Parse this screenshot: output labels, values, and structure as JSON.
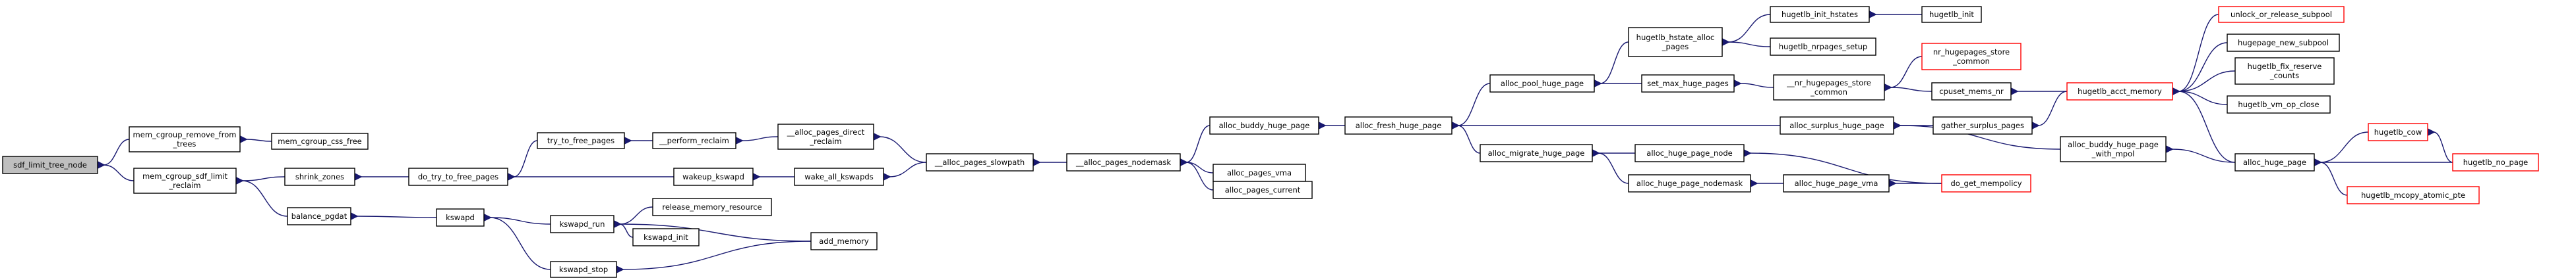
{
  "colors": {
    "background": "#ffffff",
    "node_border": "#000000",
    "node_border_truncated": "#ff0000",
    "root_fill": "#bfbfbf",
    "edge": "#191970",
    "text": "#000000"
  },
  "nodes": {
    "sdf_limit_tree_node": [
      "sdf_limit_tree_node"
    ],
    "mem_cgroup_remove_from_trees": [
      "mem_cgroup_remove_from",
      "_trees"
    ],
    "mem_cgroup_css_free": [
      "mem_cgroup_css_free"
    ],
    "mem_cgroup_sdf_limit_reclaim": [
      "mem_cgroup_sdf_limit",
      "_reclaim"
    ],
    "shrink_zones": [
      "shrink_zones"
    ],
    "balance_pgdat": [
      "balance_pgdat"
    ],
    "do_try_to_free_pages": [
      "do_try_to_free_pages"
    ],
    "try_to_free_pages": [
      "try_to_free_pages"
    ],
    "perform_reclaim": [
      "__perform_reclaim"
    ],
    "alloc_pages_direct_reclaim": [
      "__alloc_pages_direct",
      "_reclaim"
    ],
    "wakeup_kswapd": [
      "wakeup_kswapd"
    ],
    "wake_all_kswapds": [
      "wake_all_kswapds"
    ],
    "alloc_pages_slowpath": [
      "__alloc_pages_slowpath"
    ],
    "alloc_pages_nodemask": [
      "__alloc_pages_nodemask"
    ],
    "kswapd": [
      "kswapd"
    ],
    "kswapd_run": [
      "kswapd_run"
    ],
    "kswapd_init": [
      "kswapd_init"
    ],
    "release_memory_resource": [
      "release_memory_resource"
    ],
    "add_memory": [
      "add_memory"
    ],
    "kswapd_stop": [
      "kswapd_stop"
    ],
    "alloc_buddy_huge_page": [
      "alloc_buddy_huge_page"
    ],
    "alloc_pages_vma": [
      "alloc_pages_vma"
    ],
    "alloc_pages_current": [
      "alloc_pages_current"
    ],
    "alloc_fresh_huge_page": [
      "alloc_fresh_huge_page"
    ],
    "alloc_pool_huge_page": [
      "alloc_pool_huge_page"
    ],
    "alloc_migrate_huge_page": [
      "alloc_migrate_huge_page"
    ],
    "alloc_surplus_huge_page": [
      "alloc_surplus_huge_page"
    ],
    "hugetlb_hstate_alloc_pages": [
      "hugetlb_hstate_alloc",
      "_pages"
    ],
    "set_max_huge_pages": [
      "set_max_huge_pages"
    ],
    "hugetlb_init_hstates": [
      "hugetlb_init_hstates"
    ],
    "hugetlb_nrpages_setup": [
      "hugetlb_nrpages_setup"
    ],
    "hugetlb_init": [
      "hugetlb_init"
    ],
    "nr_hugepages_store_common": [
      "__nr_hugepages_store",
      "_common"
    ],
    "nr_hugepages_store_common2": [
      "nr_hugepages_store",
      "_common"
    ],
    "cpuset_mems_nr": [
      "cpuset_mems_nr"
    ],
    "gather_surplus_pages": [
      "gather_surplus_pages"
    ],
    "hugetlb_acct_memory": [
      "hugetlb_acct_memory"
    ],
    "alloc_buddy_huge_page_with_mpol": [
      "alloc_buddy_huge_page",
      "_with_mpol"
    ],
    "alloc_huge_page": [
      "alloc_huge_page"
    ],
    "alloc_huge_page_node": [
      "alloc_huge_page_node"
    ],
    "alloc_huge_page_nodemask": [
      "alloc_huge_page_nodemask"
    ],
    "alloc_huge_page_vma": [
      "alloc_huge_page_vma"
    ],
    "do_get_mempolicy": [
      "do_get_mempolicy"
    ],
    "unlock_or_release_subpool": [
      "unlock_or_release_subpool"
    ],
    "hugepage_new_subpool": [
      "hugepage_new_subpool"
    ],
    "hugetlb_fix_reserve_counts": [
      "hugetlb_fix_reserve",
      "_counts"
    ],
    "hugetlb_vm_op_close": [
      "hugetlb_vm_op_close"
    ],
    "hugetlb_cow": [
      "hugetlb_cow"
    ],
    "hugetlb_no_page": [
      "hugetlb_no_page"
    ],
    "hugetlb_mcopy_atomic_pte": [
      "hugetlb_mcopy_atomic_pte"
    ]
  }
}
